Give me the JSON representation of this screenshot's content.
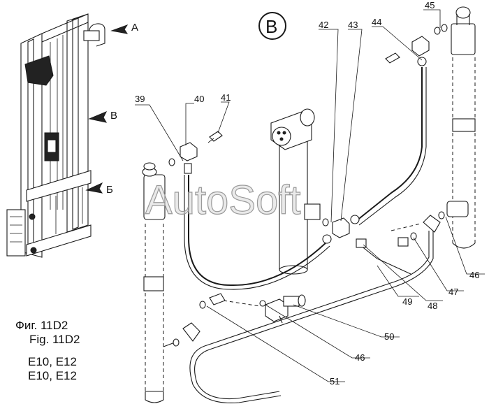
{
  "view_label": "B",
  "view_markers": {
    "a": "A",
    "v": "B",
    "b": "Б"
  },
  "callouts": {
    "c39": "39",
    "c40": "40",
    "c41": "41",
    "c42": "42",
    "c43": "43",
    "c44": "44",
    "c45": "45",
    "c46a": "46",
    "c46b": "46",
    "c47": "47",
    "c48": "48",
    "c49": "49",
    "c50": "50",
    "c51": "51"
  },
  "caption": {
    "fig_ru": "Фиг. 11D2",
    "fig_en": "Fig. 11D2",
    "models_1": "E10, E12",
    "models_2": "E10, E12"
  },
  "watermark": "AutoSoft"
}
